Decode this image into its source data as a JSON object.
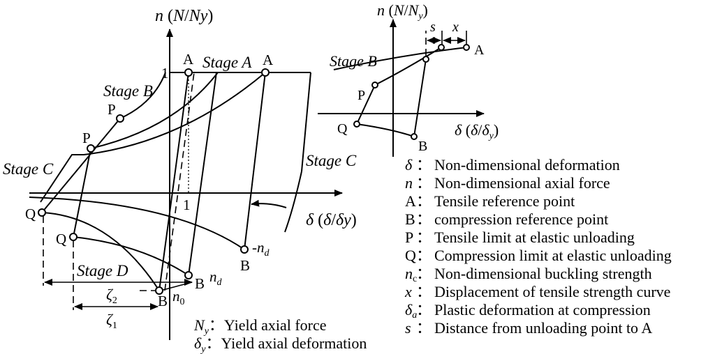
{
  "main": {
    "y_axis": "n (N/Ny)",
    "x_axis": "δ (δ/δy)",
    "tick_1_y": "1",
    "tick_1_x": "1",
    "stage_a": "Stage A",
    "stage_b": "Stage B",
    "stage_c_left": "Stage C",
    "stage_c_right": "Stage C",
    "stage_d": "Stage D",
    "A": "A",
    "B": "B",
    "P": "P",
    "Q": "Q",
    "neg_nd": "-n",
    "sub_d": "d",
    "nd": "n",
    "n0": "n",
    "sub_0": "0",
    "zeta": "ζ",
    "sub_2": "2",
    "sub_1": "1"
  },
  "inset": {
    "y_axis": "n (N/N",
    "y_axis_sub": "y",
    "x_axis": "δ (δ/δ",
    "x_axis_sub": "y",
    "close": ")",
    "stage_b": "Stage B",
    "A": "A",
    "B": "B",
    "P": "P",
    "Q": "Q",
    "s": "s",
    "x": "x"
  },
  "bottom_legend": [
    {
      "sym": "N",
      "sub": "y",
      "text": "Yield axial force"
    },
    {
      "sym": "δ",
      "sub": "y",
      "text": "Yield axial deformation"
    }
  ],
  "legend": [
    {
      "sym": "δ",
      "sub": "",
      "text": "Non-dimensional deformation"
    },
    {
      "sym": "n",
      "sub": "",
      "text": "Non-dimensional axial force"
    },
    {
      "sym": "A",
      "sub": "",
      "text": "Tensile reference point"
    },
    {
      "sym": "B",
      "sub": "",
      "text": "compression reference point"
    },
    {
      "sym": "P",
      "sub": "",
      "text": "Tensile limit at elastic unloading"
    },
    {
      "sym": "Q",
      "sub": "",
      "text": "Compression limit at elastic unloading"
    },
    {
      "sym": "n",
      "sub": "c",
      "text": "Non-dimensional buckling strength"
    },
    {
      "sym": "x",
      "sub": "",
      "text": "Displacement of tensile strength curve"
    },
    {
      "sym": "δ",
      "sub": "a",
      "text": "Plastic deformation at compression"
    },
    {
      "sym": "s",
      "sub": "",
      "text": "Distance from unloading point to A"
    }
  ],
  "colon": "："
}
